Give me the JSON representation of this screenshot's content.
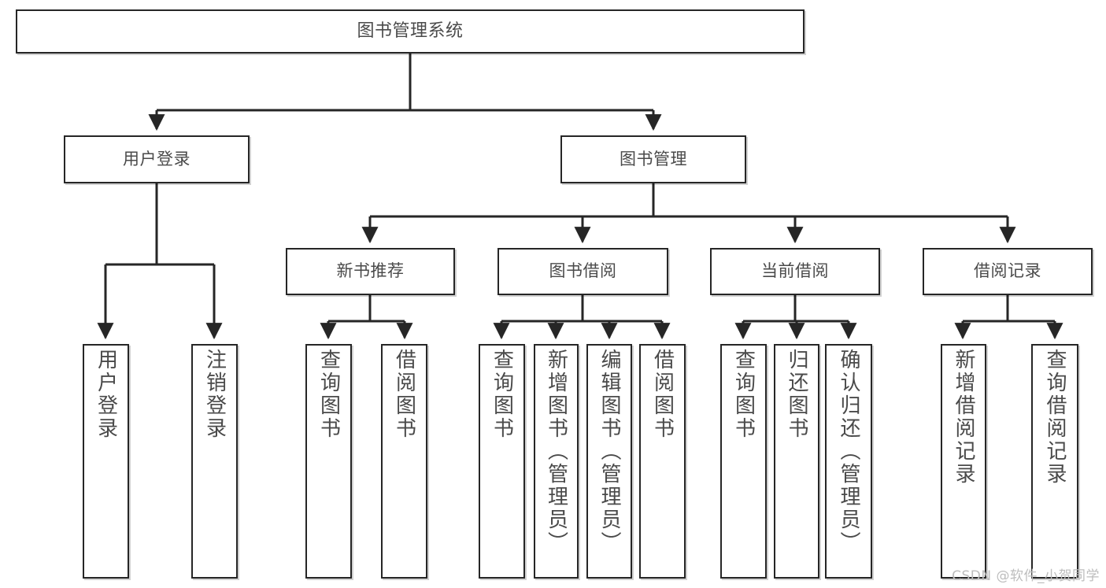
{
  "diagram": {
    "title": "图书管理系统",
    "type": "tree-hierarchy-diagram",
    "watermark": "CSDN @软件_小贺同学",
    "colors": {
      "node_border": "#262626",
      "node_fill": "#ffffff",
      "text": "#4a4a4a",
      "connector": "#262626",
      "watermark": "#bdbdbd",
      "background": "#ffffff"
    },
    "root": {
      "label": "图书管理系统"
    },
    "level2": [
      {
        "label": "用户登录"
      },
      {
        "label": "图书管理"
      }
    ],
    "level3": [
      {
        "label": "新书推荐"
      },
      {
        "label": "图书借阅"
      },
      {
        "label": "当前借阅"
      },
      {
        "label": "借阅记录"
      }
    ],
    "leaves": {
      "user_login": [
        {
          "label": "用户登录"
        },
        {
          "label": "注销登录"
        }
      ],
      "new_book_recommend": [
        {
          "label": "查询图书"
        },
        {
          "label": "借阅图书"
        }
      ],
      "book_borrow": [
        {
          "label": "查询图书"
        },
        {
          "label": "新增图书（管理员）"
        },
        {
          "label": "编辑图书（管理员）"
        },
        {
          "label": "借阅图书"
        }
      ],
      "current_borrow": [
        {
          "label": "查询图书"
        },
        {
          "label": "归还图书"
        },
        {
          "label": "确认归还（管理员）"
        }
      ],
      "borrow_record": [
        {
          "label": "新增借阅记录"
        },
        {
          "label": "查询借阅记录"
        }
      ]
    }
  }
}
